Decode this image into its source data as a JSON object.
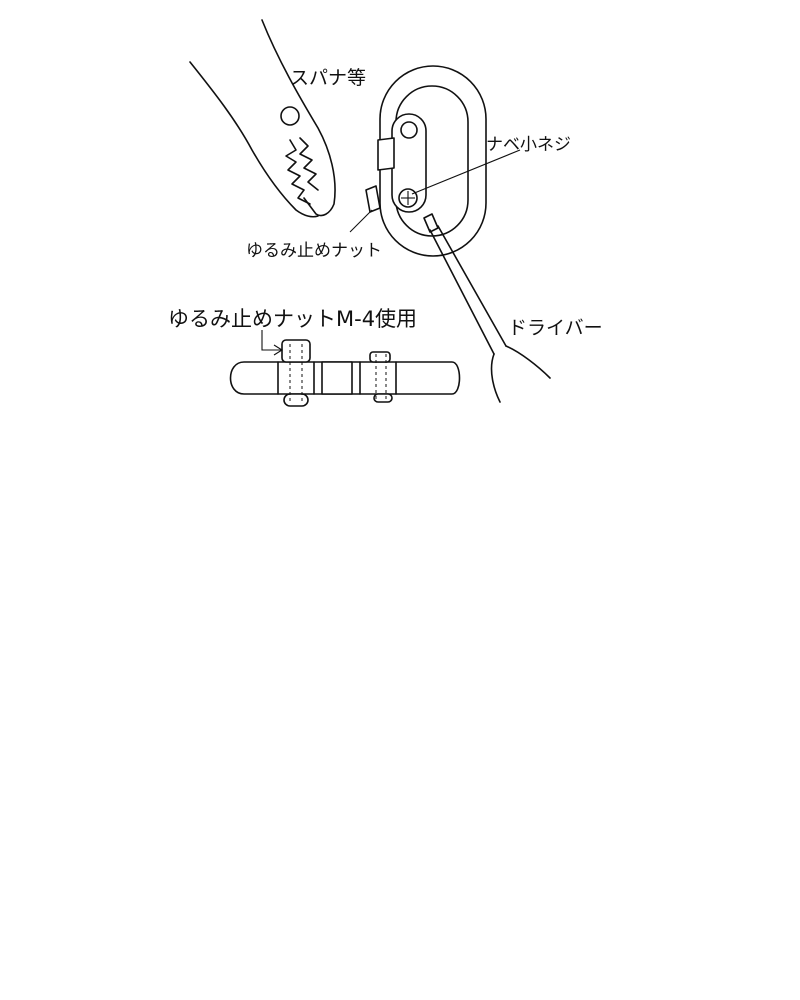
{
  "labels": {
    "wrench": "スパナ等",
    "pan_head_screw": "ナベ小ネジ",
    "lock_nut": "ゆるみ止めナット",
    "lock_nut_m4": "ゆるみ止めナットM-4使用",
    "screwdriver": "ドライバー"
  }
}
